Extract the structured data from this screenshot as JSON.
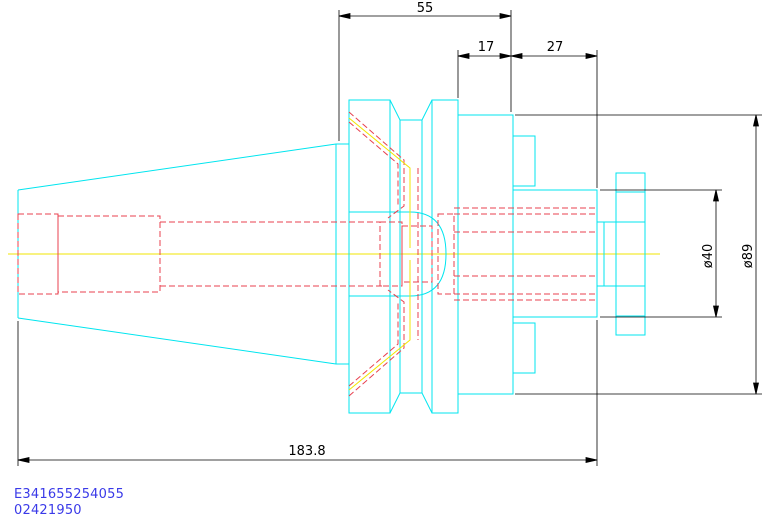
{
  "dimensions": {
    "length_55": "55",
    "length_17": "17",
    "length_27": "27",
    "dia_40": "ø40",
    "dia_89": "ø89",
    "overall_length": "183.8"
  },
  "codes": {
    "part_number": "E341655254055",
    "order_number": "02421950"
  },
  "colors": {
    "outline": "#00e5ef",
    "hidden": "#e8414f",
    "centerline": "#f2e600",
    "dimension": "#000000",
    "code_text": "#3a3ae8"
  }
}
